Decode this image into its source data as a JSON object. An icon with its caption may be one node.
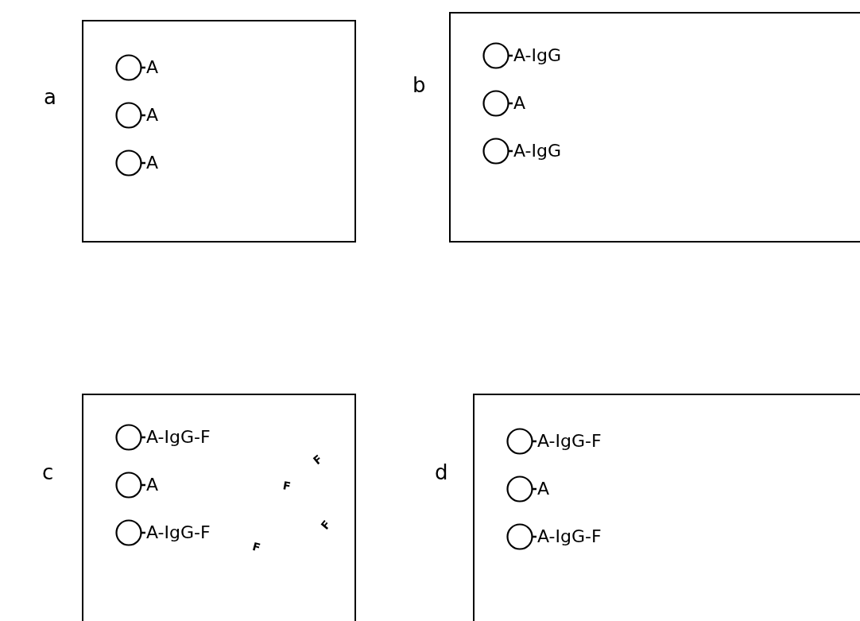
{
  "diagram": {
    "nodes": [
      {
        "text": [
          "a"
        ]
      },
      {
        "text": [],
        "shape": "circle",
        "in": 0,
        "beside": [
          "A"
        ]
      },
      {
        "text": [],
        "shape": "circle",
        "in": 0,
        "beside": [
          "A"
        ]
      },
      {
        "text": [],
        "shape": "circle",
        "in": 0,
        "beside": [
          "A"
        ]
      },
      {
        "text": [
          "b"
        ]
      },
      {
        "text": [],
        "shape": "circle",
        "in": 4,
        "beside": [
          "A-IgG"
        ]
      },
      {
        "text": [],
        "shape": "circle",
        "in": 4,
        "beside": [
          "A"
        ]
      },
      {
        "text": [],
        "shape": "circle",
        "in": 4,
        "beside": [
          "A-IgG"
        ]
      },
      {
        "text": [
          "c"
        ]
      },
      {
        "text": [],
        "shape": "circle",
        "in": 8,
        "beside": [
          "A-IgG-F"
        ]
      },
      {
        "text": [],
        "shape": "circle",
        "in": 8,
        "beside": [
          "A"
        ]
      },
      {
        "text": [],
        "shape": "circle",
        "in": 8,
        "beside": [
          "A-IgG-F"
        ]
      },
      {
        "text": [
          "d"
        ]
      },
      {
        "text": [],
        "shape": "circle",
        "in": 12,
        "beside": [
          "A-IgG-F"
        ]
      },
      {
        "text": [],
        "shape": "circle",
        "in": 12,
        "beside": [
          "A"
        ]
      },
      {
        "text": [],
        "shape": "circle",
        "in": 12,
        "beside": [
          "A-IgG-F"
        ]
      }
    ],
    "labels": [
      "F",
      "F",
      "F",
      "F"
    ]
  }
}
